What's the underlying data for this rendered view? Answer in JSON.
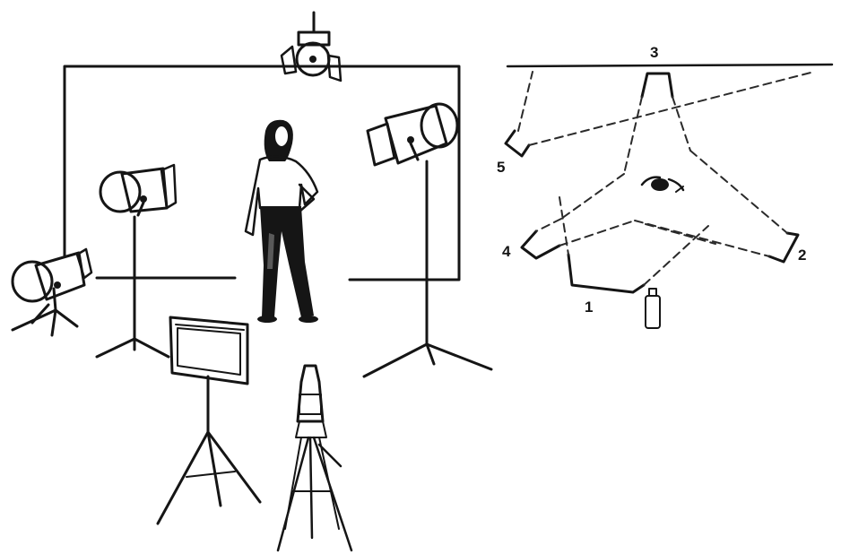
{
  "diagram": {
    "plan_labels": [
      "1",
      "2",
      "3",
      "4",
      "5"
    ]
  },
  "colors": {
    "ink": "#151515",
    "background": "#ffffff"
  },
  "icons": {
    "lights": "spotlight-icon",
    "camera": "video-camera-icon",
    "reflector": "reflector-panel-icon"
  }
}
